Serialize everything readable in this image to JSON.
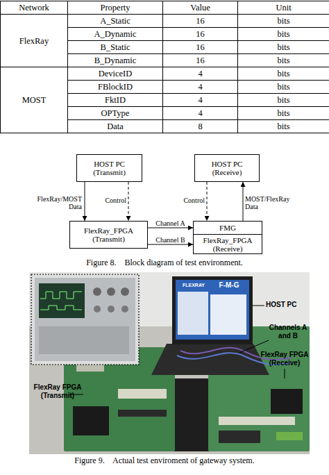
{
  "diagram": {
    "nodes": [
      {
        "text": [
          "HOST PC (Transmit)"
        ]
      },
      {
        "text": [
          "HOST PC (Receive)"
        ]
      },
      {
        "text": [
          "FlexRay_FPGA (Transmit)"
        ]
      },
      {
        "text": [
          "FMG"
        ]
      },
      {
        "text": [
          "FlexRay_FPGA (Receive)"
        ]
      }
    ],
    "edges": [
      {
        "from": 0,
        "to": 2,
        "arrow": "to",
        "label": "FlexRay/MOST Data"
      },
      {
        "from": 0,
        "to": 2,
        "arrow": "to",
        "label": "Control"
      },
      {
        "from": 2,
        "to": 3,
        "arrow": "to",
        "label": "Channel A"
      },
      {
        "from": 2,
        "to": 4,
        "arrow": "to",
        "label": "Channel B"
      },
      {
        "from": 1,
        "to": 3,
        "arrow": "to",
        "label": "Control"
      },
      {
        "from": 3,
        "to": 1,
        "arrow": "to",
        "label": "MOST/FlexRay Data"
      }
    ],
    "labels": [
      "Network",
      "Property",
      "Value",
      "Unit",
      "FlexRay",
      "A_Static",
      "16",
      "bits",
      "A_Dynamic",
      "16",
      "bits",
      "B_Static",
      "16",
      "bits",
      "B_Dynamic",
      "16",
      "bits",
      "MOST",
      "DeviceID",
      "4",
      "bits",
      "FBlockID",
      "4",
      "bits",
      "FktID",
      "4",
      "bits",
      "OPType",
      "4",
      "bits",
      "Data",
      "8",
      "bits",
      "Figure 8.    Block diagram of test environment.",
      "Figure 9.    Actual test enviroment of gateway system.",
      "FLEXRAY",
      "F-M-G",
      "HOST PC",
      "Channels A and B",
      "FlexRay FPGA (Receive)",
      "FlexRay FPGA (Transmit)"
    ]
  }
}
